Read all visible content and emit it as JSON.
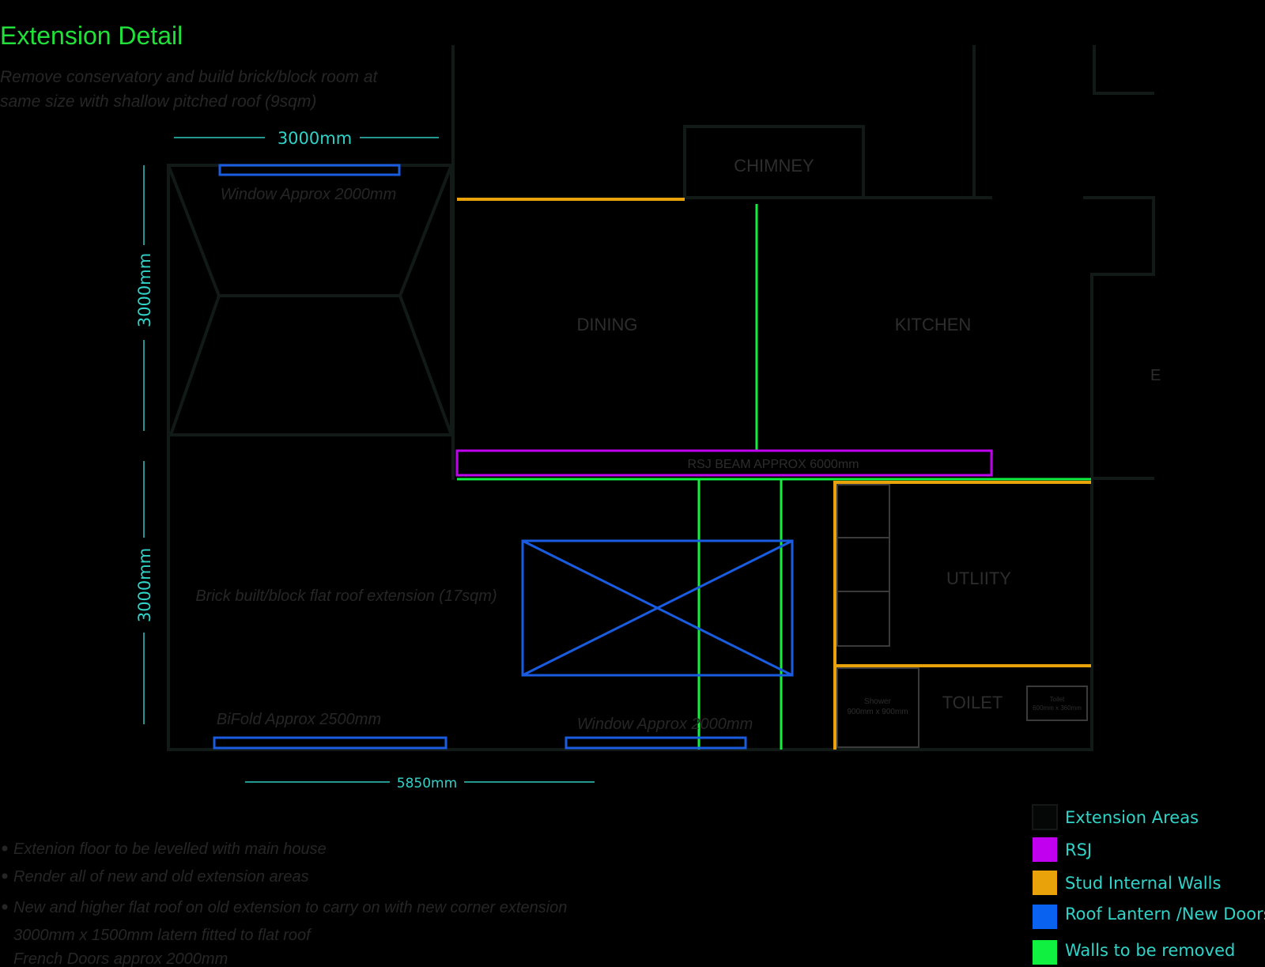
{
  "title": "Extension Detail",
  "description": [
    "Remove conservatory and build brick/block room at",
    "same size with shallow pitched roof (9sqm)"
  ],
  "dimensions": {
    "top_width": "3000mm",
    "left_upper": "3000mm",
    "left_lower": "3000mm",
    "bottom_width": "5850mm"
  },
  "rooms": {
    "chimney": "CHIMNEY",
    "dining": "DINING",
    "kitchen": "KITCHEN",
    "utility": "UTLIITY",
    "toilet": "TOILET",
    "partial_right": "E"
  },
  "annotations": {
    "top_window": "Window Approx 2000mm",
    "rsj_beam": "RSJ BEAM APPROX 6000mm",
    "flat_roof": "Brick built/block flat roof extension (17sqm)",
    "bifold": "BiFold Approx 2500mm",
    "bottom_window": "Window Approx 2000mm",
    "shower": [
      "Shower",
      "900mm x 900mm"
    ],
    "toilet_fixture": [
      "Toilet",
      "600mm x 360mm"
    ]
  },
  "notes": [
    "Extenion floor to be levelled with main house",
    "Render all of new and old extension areas",
    "New and higher flat roof on old extension to carry on with new corner extension",
    "3000mm x 1500mm latern fitted to flat roof",
    "French Doors approx 2000mm"
  ],
  "legend": [
    {
      "label": "Extension Areas",
      "color": "#050606"
    },
    {
      "label": "RSJ",
      "color": "#c100f0"
    },
    {
      "label": "Stud Internal Walls",
      "color": "#eaa20a"
    },
    {
      "label": "Roof Lantern /New Doors",
      "color": "#0a62f0"
    },
    {
      "label": "Walls to be removed",
      "color": "#10f040"
    }
  ],
  "colors": {
    "title": "#22e03a",
    "dimension": "#2fd3c8",
    "rsj": "#c100f0",
    "stud": "#eaa20a",
    "lantern": "#1a5ce0",
    "remove": "#10f040"
  }
}
